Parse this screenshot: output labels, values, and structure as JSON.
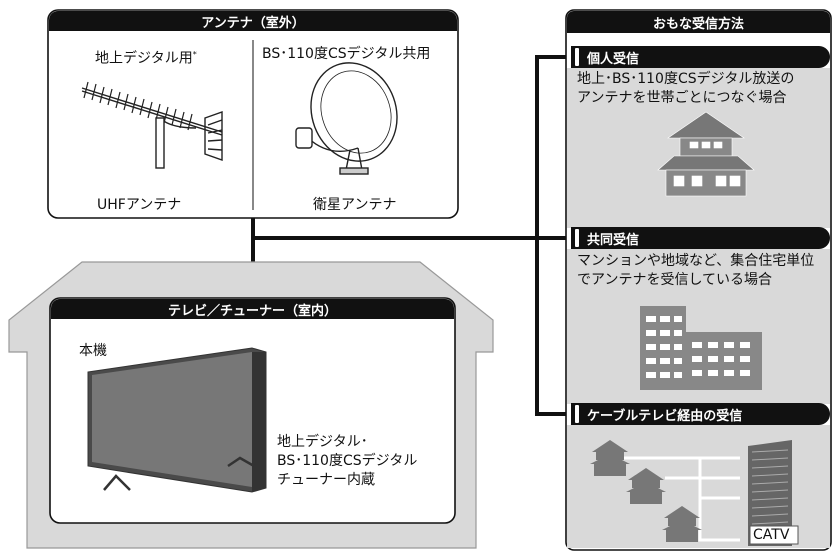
{
  "antenna": {
    "header": "アンテナ（室外）",
    "left_title": "地上デジタル用",
    "left_title_mark": "*",
    "right_title": "BS･110度CSデジタル共用",
    "left_caption": "UHFアンテナ",
    "right_caption": "衛星アンテナ"
  },
  "tv": {
    "header": "テレビ／チューナー（室内）",
    "body_label": "本機",
    "tuner_desc": [
      "地上デジタル･",
      "BS･110度CSデジタル",
      "チューナー内蔵"
    ]
  },
  "reception": {
    "header": "おもな受信方法",
    "methods": [
      {
        "label": "個人受信",
        "desc": [
          "地上･BS･110度CSデジタル放送の",
          "アンテナを世帯ごとにつなぐ場合"
        ]
      },
      {
        "label": "共同受信",
        "desc": [
          "マンションや地域など、集合住宅単位",
          "でアンテナを受信している場合"
        ]
      },
      {
        "label": "ケーブルテレビ経由の受信",
        "desc": []
      }
    ],
    "catv_label": "CATV"
  }
}
